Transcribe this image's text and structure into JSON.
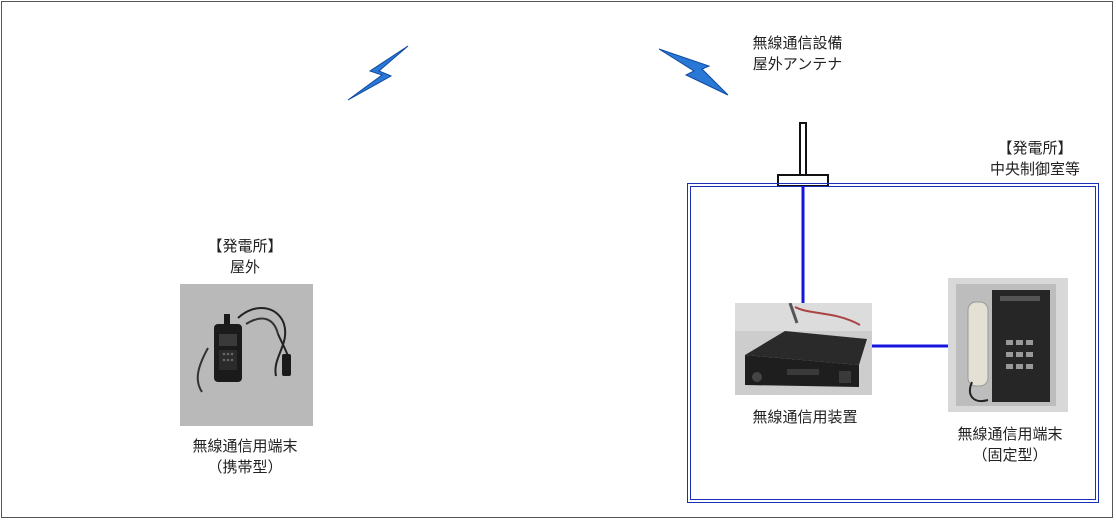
{
  "antenna": {
    "line1": "無線通信設備",
    "line2": "屋外アンテナ"
  },
  "outdoor": {
    "line1": "【発電所】",
    "line2": "屋外",
    "device_line1": "無線通信用端末",
    "device_line2": "（携帯型）"
  },
  "control_room": {
    "line1": "【発電所】",
    "line2": "中央制御室等"
  },
  "radio_unit": {
    "label": "無線通信用装置"
  },
  "fixed_terminal": {
    "line1": "無線通信用端末",
    "line2": "（固定型）"
  },
  "colors": {
    "link_line": "#1515e0",
    "room_border": "#1a2fb8",
    "lightning_fill": "#2a78d6",
    "lightning_stroke": "#0f4aa0"
  },
  "icons": {
    "wireless_left": "lightning-bolt-icon",
    "wireless_right": "lightning-bolt-icon",
    "antenna": "antenna-icon"
  }
}
